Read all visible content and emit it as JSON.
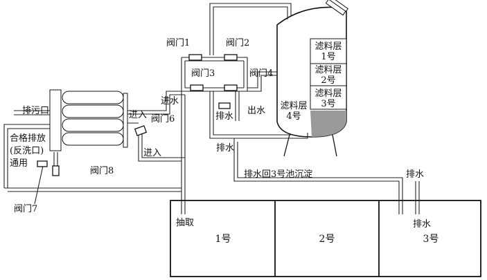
{
  "labels": {
    "valve1": "阀门1",
    "valve2": "阀门2",
    "valve3": "阀门3",
    "valve4": "阀门4",
    "valve6": "阀门6",
    "valve7": "阀门7",
    "valve8": "阀门8",
    "inlet_water": "进水",
    "outlet_water": "出水",
    "drain_inner": "排水",
    "drain_lower": "排水",
    "drain_right_top": "排水",
    "drain_right_mid": "排水",
    "drain_back": "排水回3号池沉淀",
    "sewage_outlet": "排污口",
    "in1": "进入",
    "in2": "进入",
    "qualified_1": "合格排放",
    "qualified_2": "(反洗口)",
    "qualified_3": "通用",
    "pump_intake": "抽取"
  },
  "filter_layers": [
    {
      "line1": "滤料层",
      "line2": "1号"
    },
    {
      "line1": "滤料层",
      "line2": "2号"
    },
    {
      "line1": "滤料层",
      "line2": "3号"
    }
  ],
  "filter_layer4": {
    "line1": "滤料层",
    "line2": "4号"
  },
  "pools": [
    "1号",
    "2号",
    "3号"
  ]
}
